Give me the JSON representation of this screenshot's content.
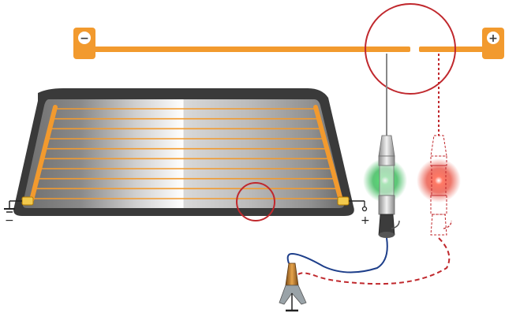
{
  "terminals": {
    "left_symbol": "−",
    "right_symbol": "+"
  },
  "ground_labels": {
    "left_terminal_sign": "−",
    "right_terminal_sign": "+"
  },
  "indicators": {
    "left_lamp": "green",
    "right_lamp": "red"
  },
  "colors": {
    "busbar": "#F29A2E",
    "circle": "#C0282D",
    "glass_dark": "#555555",
    "glass_light": "#EFEFEF",
    "frame": "#3C3C3C",
    "green_glow": "#28B34B",
    "red_glow": "#E84A3A",
    "wire_blue": "#1D3E8A",
    "wire_red": "#C0282D"
  },
  "heater_lines": 10
}
